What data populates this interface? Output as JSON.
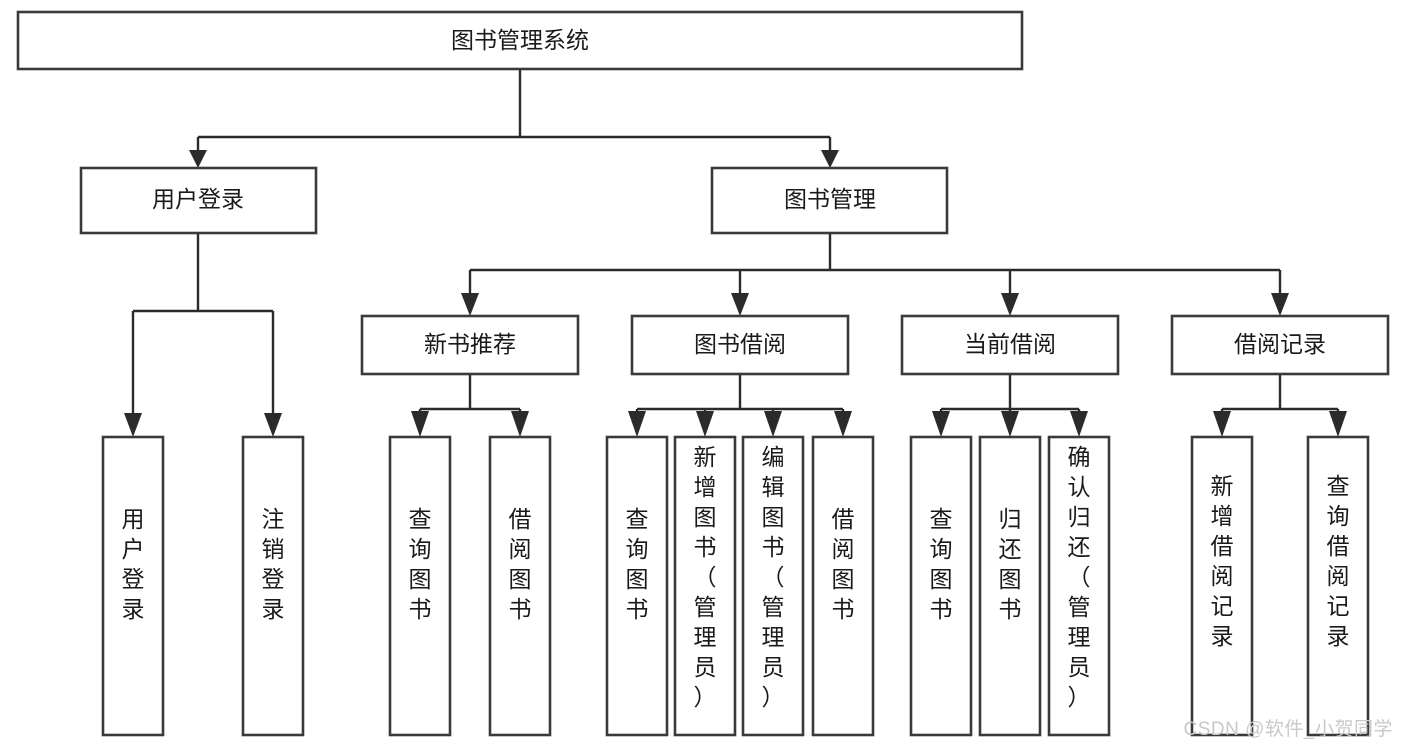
{
  "diagram": {
    "type": "hierarchy-tree",
    "title": "图书管理系统",
    "watermark": "CSDN @软件_小贺同学",
    "colors": {
      "box_border": "#3a3a3a",
      "connector": "#2b2b2b",
      "box_fill": "#ffffff",
      "text": "#1a1a1a",
      "watermark": "#c9c9c9"
    },
    "levels": {
      "root": {
        "label": "图书管理系统"
      },
      "level2": [
        {
          "id": "user-login",
          "label": "用户登录"
        },
        {
          "id": "book-management",
          "label": "图书管理"
        }
      ],
      "level3": [
        {
          "id": "new-book-recommend",
          "label": "新书推荐",
          "parent": "book-management"
        },
        {
          "id": "book-borrow",
          "label": "图书借阅",
          "parent": "book-management"
        },
        {
          "id": "current-borrow",
          "label": "当前借阅",
          "parent": "book-management"
        },
        {
          "id": "borrow-record",
          "label": "借阅记录",
          "parent": "book-management"
        }
      ],
      "leaves": [
        {
          "id": "leaf-user-login",
          "label": "用户登录",
          "parent": "user-login"
        },
        {
          "id": "leaf-logout",
          "label": "注销登录",
          "parent": "user-login"
        },
        {
          "id": "leaf-query-book-1",
          "label": "查询图书",
          "parent": "new-book-recommend"
        },
        {
          "id": "leaf-borrow-book-1",
          "label": "借阅图书",
          "parent": "new-book-recommend"
        },
        {
          "id": "leaf-query-book-2",
          "label": "查询图书",
          "parent": "book-borrow"
        },
        {
          "id": "leaf-add-book",
          "label": "新增图书（管理员）",
          "parent": "book-borrow"
        },
        {
          "id": "leaf-edit-book",
          "label": "编辑图书（管理员）",
          "parent": "book-borrow"
        },
        {
          "id": "leaf-borrow-book-2",
          "label": "借阅图书",
          "parent": "book-borrow"
        },
        {
          "id": "leaf-query-book-3",
          "label": "查询图书",
          "parent": "current-borrow"
        },
        {
          "id": "leaf-return-book",
          "label": "归还图书",
          "parent": "current-borrow"
        },
        {
          "id": "leaf-confirm-return",
          "label": "确认归还（管理员）",
          "parent": "current-borrow"
        },
        {
          "id": "leaf-add-record",
          "label": "新增借阅记录",
          "parent": "borrow-record"
        },
        {
          "id": "leaf-query-record",
          "label": "查询借阅记录",
          "parent": "borrow-record"
        }
      ]
    }
  }
}
